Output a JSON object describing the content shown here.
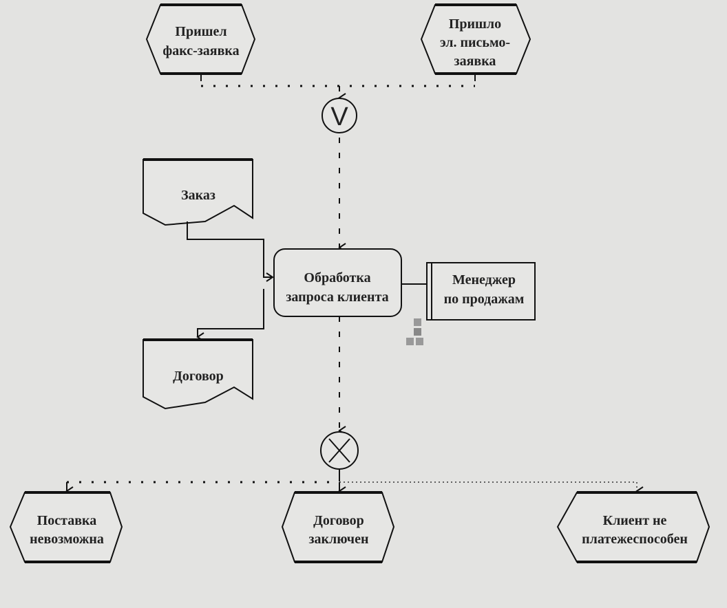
{
  "events": {
    "fax": {
      "line1": "Пришел",
      "line2": "факс-заявка"
    },
    "email": {
      "line1": "Пришло",
      "line2": "эл. письмо-",
      "line3": "заявка"
    },
    "impossible": {
      "line1": "Поставка",
      "line2": "невозможна"
    },
    "concluded": {
      "line1": "Договор",
      "line2": "заключен"
    },
    "insolvent": {
      "line1": "Клиент не",
      "line2": "платежеспособен"
    }
  },
  "connectors": {
    "or_symbol": "V",
    "xor_symbol": "X"
  },
  "function": {
    "line1": "Обработка",
    "line2": "запроса клиента"
  },
  "org_unit": {
    "line1": "Менеджер",
    "line2": "по продажам"
  },
  "documents": {
    "order": "Заказ",
    "contract": "Договор"
  }
}
